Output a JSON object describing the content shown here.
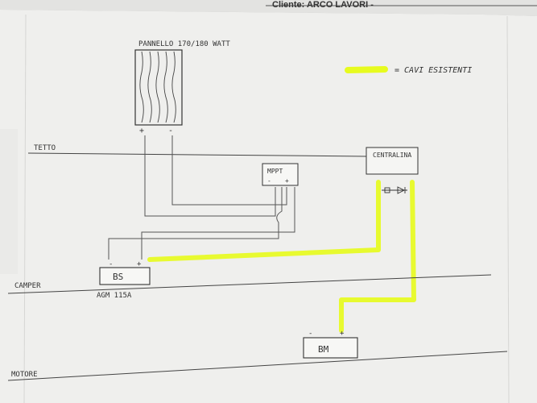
{
  "header": {
    "client_text": "Cliente: ARCO LAVORI -"
  },
  "legend": {
    "label": "= CAVI ESISTENTI",
    "color": "#e7fb1f"
  },
  "labels": {
    "panel": "PANNELLO 170/180 WATT",
    "roof": "TETTO",
    "camper": "CAMPER",
    "engine": "MOTORE",
    "controller": "CENTRALINA",
    "mppt": "MPPT",
    "battery_service": "BS",
    "battery_service_type": "AGM 115A",
    "battery_engine": "BM"
  },
  "polarity": {
    "plus": "+",
    "minus": "-"
  },
  "colors": {
    "paper": "#f0f0ee",
    "ink": "#3a3a3a",
    "highlight": "#e7fb1f",
    "background": "#c9c9c7"
  }
}
